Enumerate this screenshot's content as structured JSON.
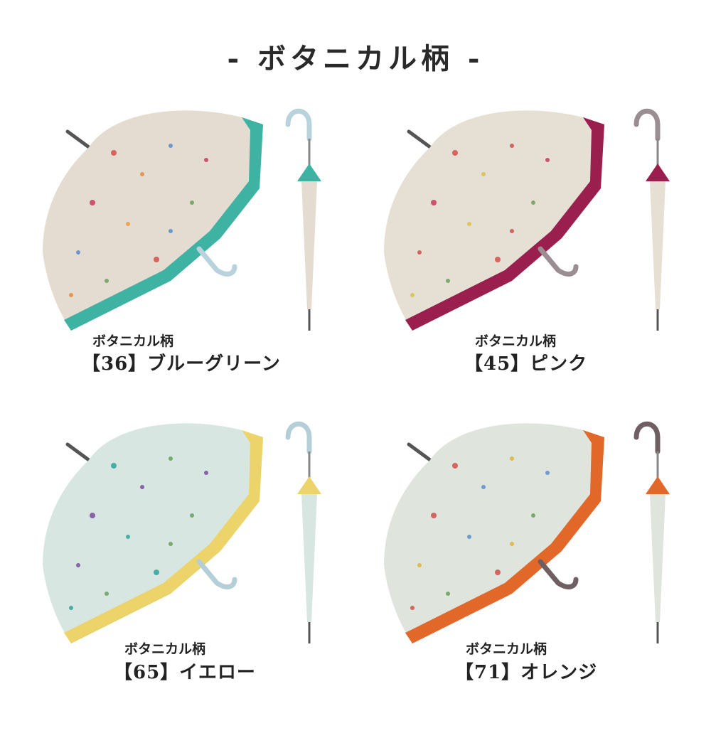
{
  "page_title": "- ボタニカル柄 -",
  "products": [
    {
      "pattern": "ボタニカル柄",
      "variant": "【36】ブルーグリーン",
      "border_color": "#3fb3a3",
      "canopy_color": "#e4dcd0",
      "handle_color": "#b9d3dc"
    },
    {
      "pattern": "ボタニカル柄",
      "variant": "【45】ピンク",
      "border_color": "#9a1f4f",
      "canopy_color": "#e6dfd4",
      "handle_color": "#9a8e92"
    },
    {
      "pattern": "ボタニカル柄",
      "variant": "【65】イエロー",
      "border_color": "#ecd46a",
      "canopy_color": "#d8e6e2",
      "handle_color": "#b5cfd9"
    },
    {
      "pattern": "ボタニカル柄",
      "variant": "【71】オレンジ",
      "border_color": "#e2682a",
      "canopy_color": "#dfe4dc",
      "handle_color": "#6f5f62"
    }
  ]
}
